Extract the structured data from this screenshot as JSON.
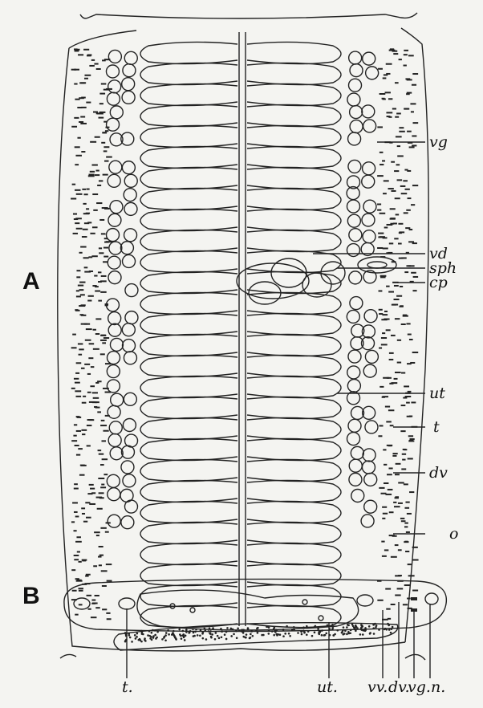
{
  "figure": {
    "panel_a": "A",
    "panel_b": "B"
  },
  "labels_a": [
    "vg",
    "vd",
    "sph",
    "cp",
    "ut",
    "t",
    "dv",
    "o"
  ],
  "labels_b": [
    "t.",
    "ut.",
    "vv.",
    "dv.",
    "vg.",
    "n."
  ],
  "colors": {
    "ink": "#222222",
    "paper": "#f4f4f1"
  }
}
